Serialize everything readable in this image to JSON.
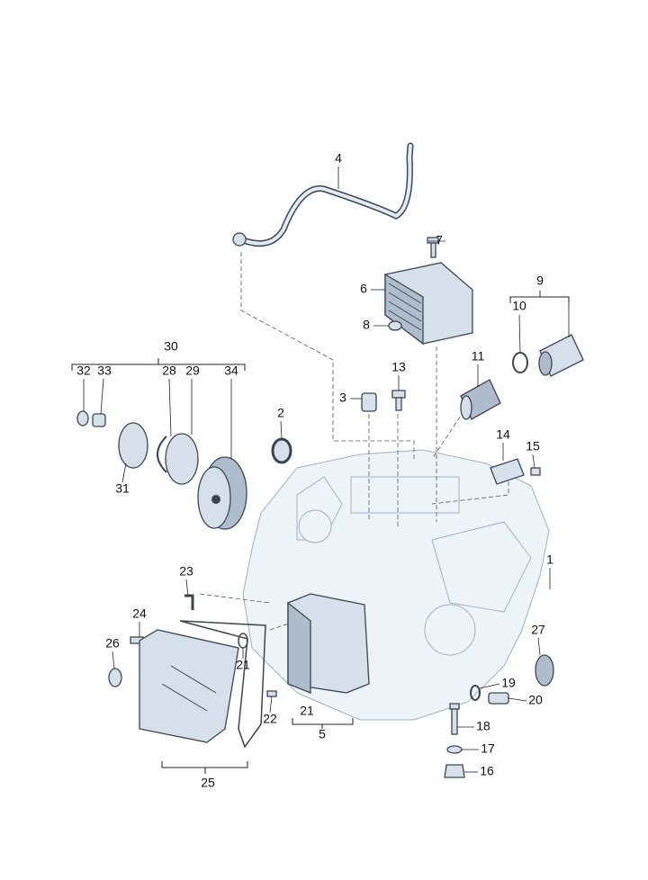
{
  "diagram": {
    "labels": [
      "4",
      "7",
      "6",
      "8",
      "9",
      "10",
      "11",
      "13",
      "3",
      "30",
      "32",
      "33",
      "28",
      "29",
      "34",
      "31",
      "2",
      "14",
      "15",
      "1",
      "23",
      "24",
      "26",
      "21",
      "27",
      "19",
      "20",
      "22",
      "21",
      "5",
      "18",
      "17",
      "25",
      "16"
    ]
  }
}
